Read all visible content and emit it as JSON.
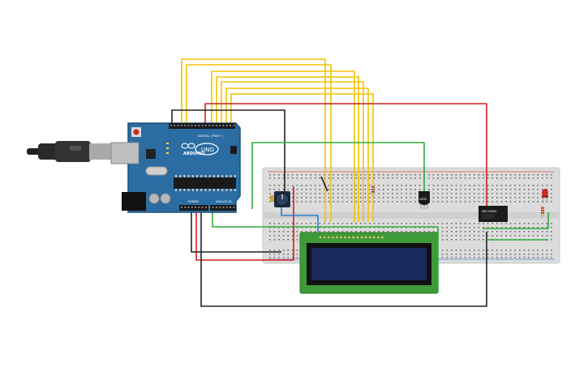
{
  "canvas": {
    "background": "#ffffff"
  },
  "arduino": {
    "brand": "ARDUINO",
    "model": "UNO",
    "header_digital": "DIGITAL (PWM~)",
    "header_power": "POWER",
    "header_analog": "ANALOG IN",
    "board_color": "#2b6da3",
    "edge_color": "#1f4f7a"
  },
  "lcd": {
    "pcb_color": "#3e9a38",
    "screen_color": "#1b2a5c",
    "pin_count": 16
  },
  "components": {
    "temp_sensor_label": "LM35",
    "relay_label": "SRD-05VDC"
  },
  "colors": {
    "wire_yellow": "#f2c400",
    "wire_red": "#d31f1f",
    "wire_black": "#222222",
    "wire_green": "#2eae3a",
    "wire_blue": "#2a7fd4",
    "breadboard": "#dddddd",
    "led": "#c8301e"
  }
}
